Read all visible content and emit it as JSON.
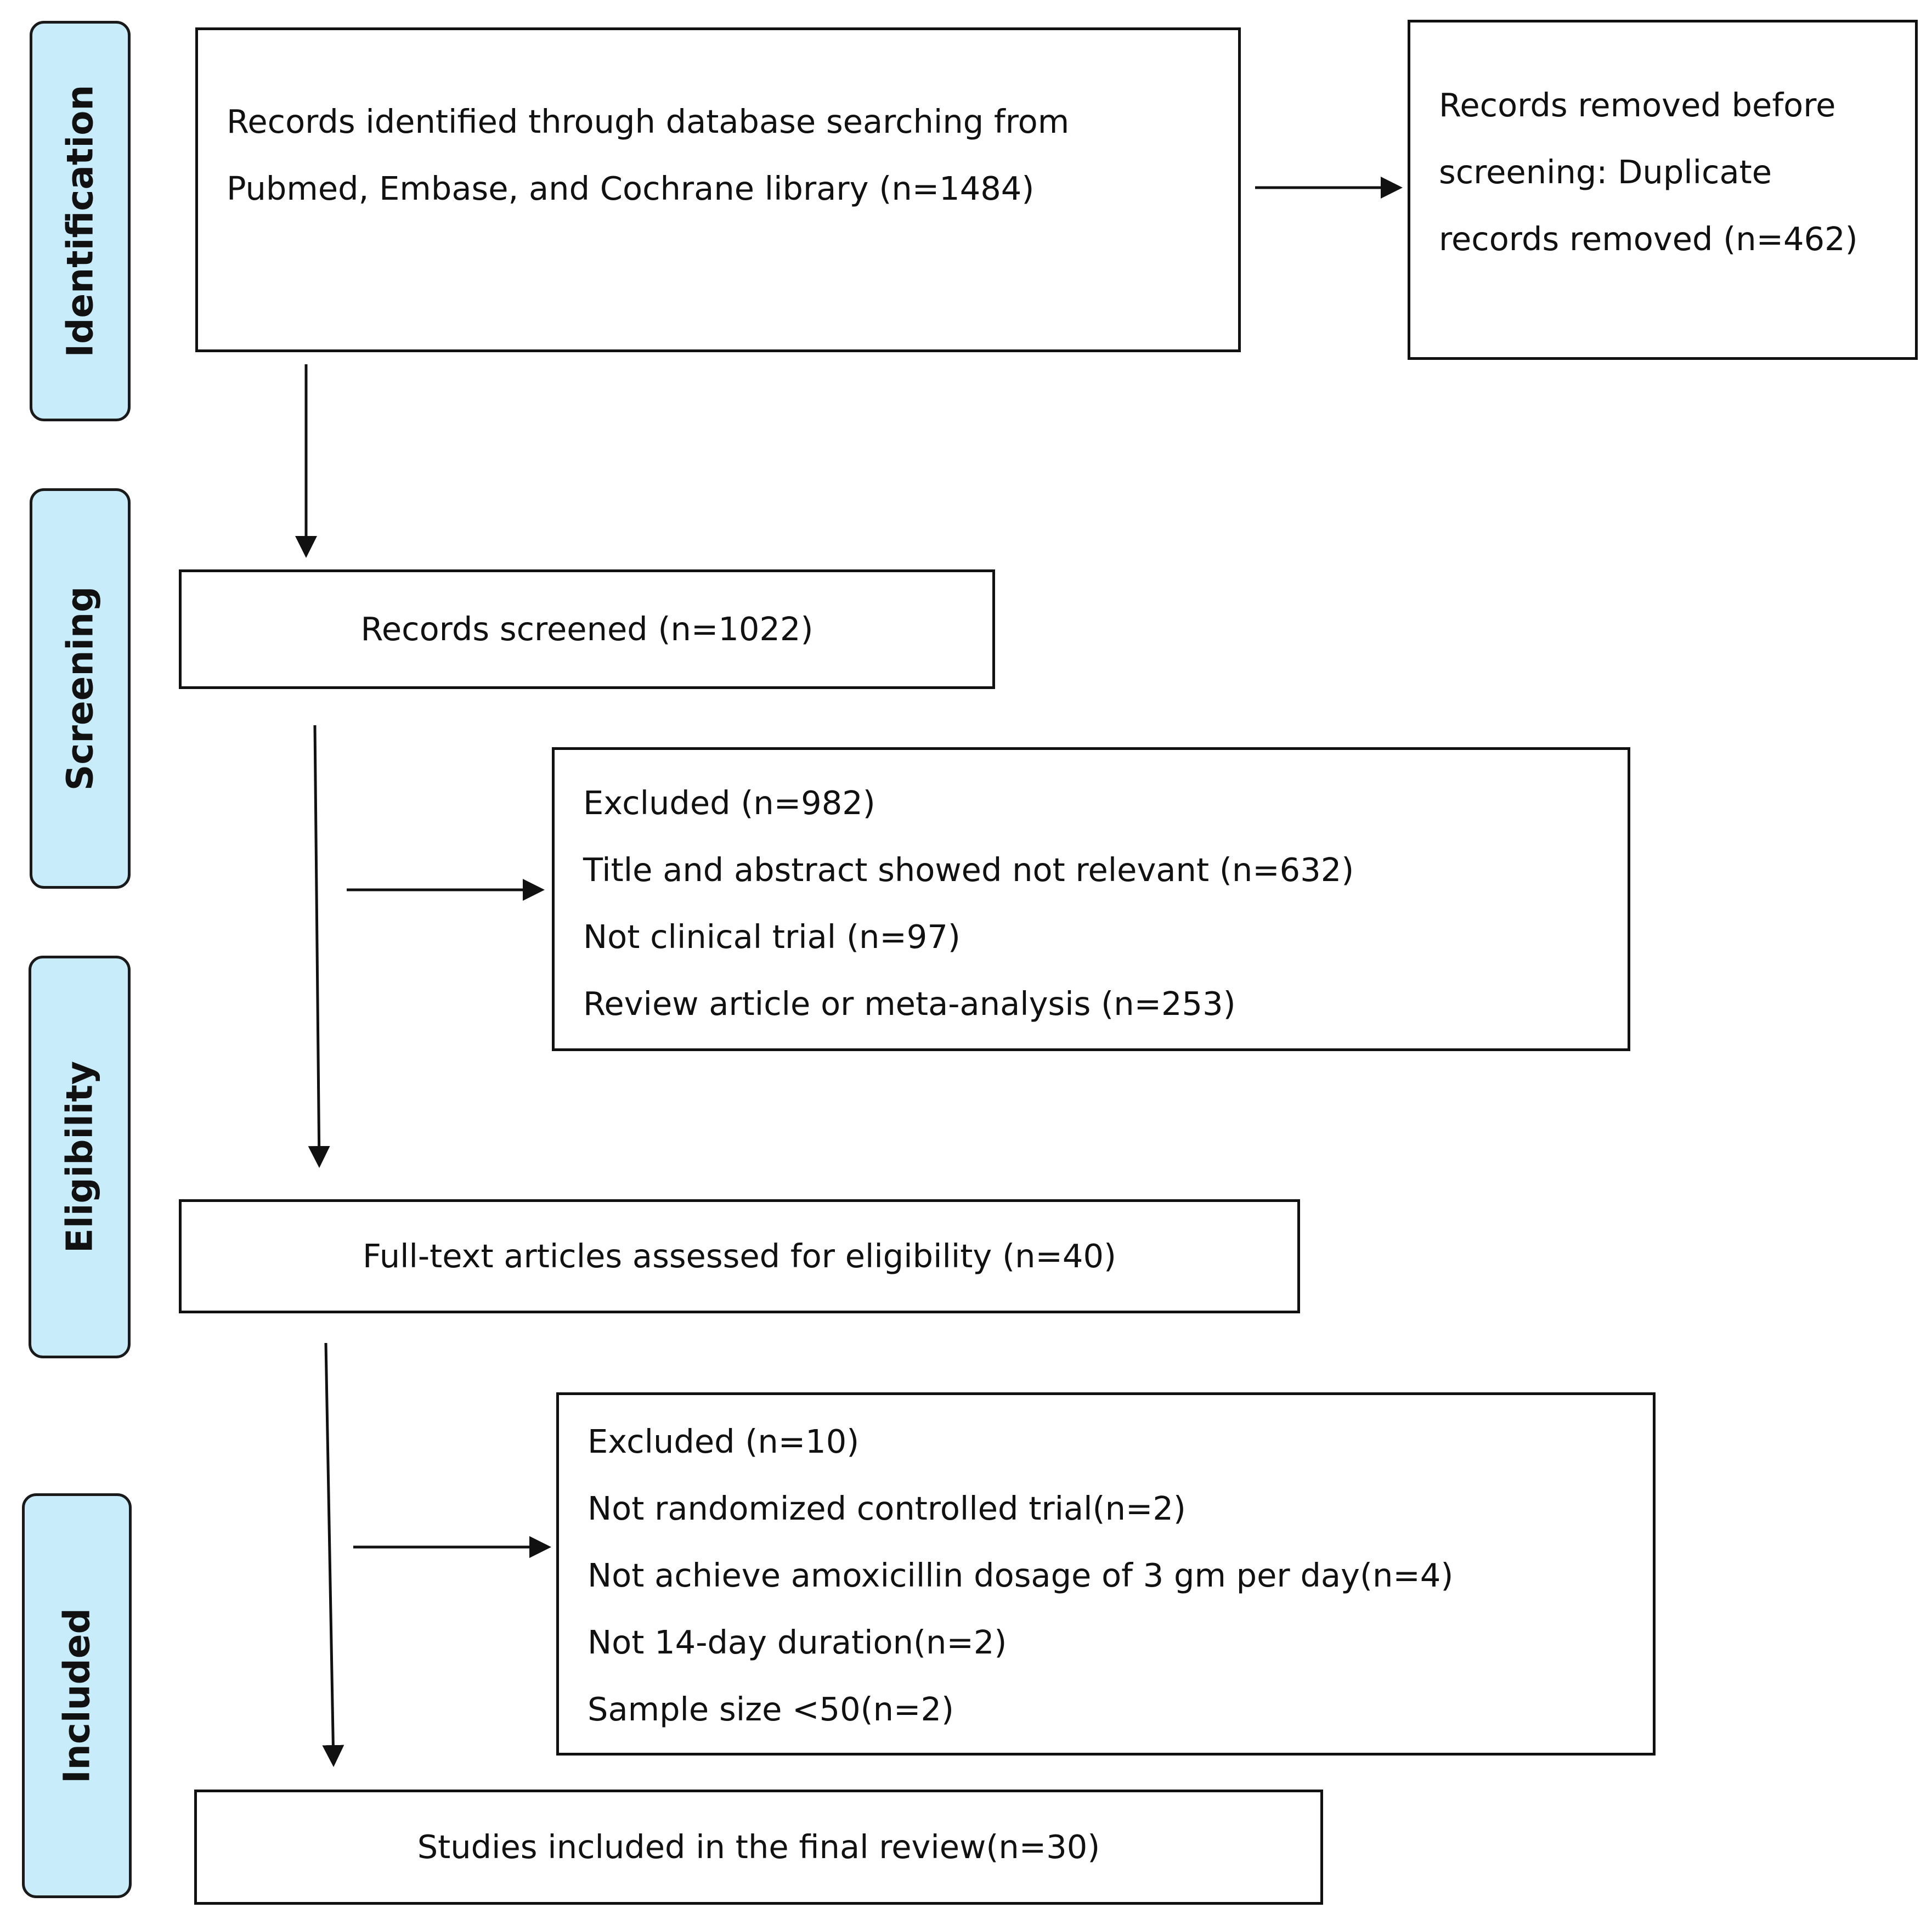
{
  "phases": [
    {
      "id": "identification",
      "label": "Identification"
    },
    {
      "id": "screening",
      "label": "Screening"
    },
    {
      "id": "eligibility",
      "label": "Eligibility"
    },
    {
      "id": "included",
      "label": "Included"
    }
  ],
  "boxes": {
    "identified": {
      "lines": [
        "Records identified through database searching from",
        "Pubmed, Embase, and Cochrane library (n=1484)"
      ]
    },
    "removed": {
      "lines": [
        "Records removed before",
        "screening: Duplicate",
        "records removed (n=462)"
      ]
    },
    "screened": {
      "text": "Records screened (n=1022)"
    },
    "excluded1": {
      "lines": [
        "Excluded (n=982)",
        "Title and abstract showed not relevant (n=632)",
        "Not clinical trial (n=97)",
        "Review article or meta-analysis (n=253)"
      ]
    },
    "fulltext": {
      "text": "Full-text articles assessed for eligibility (n=40)"
    },
    "excluded2": {
      "lines": [
        "Excluded (n=10)",
        "Not randomized controlled trial(n=2)",
        "Not achieve amoxicillin dosage of 3 gm per day(n=4)",
        "Not 14-day duration(n=2)",
        "Sample size <50(n=2)"
      ]
    },
    "included": {
      "text": "Studies included in the final review(n=30)"
    }
  },
  "colors": {
    "phase_fill": "#c9ecfb",
    "stroke": "#111111"
  }
}
